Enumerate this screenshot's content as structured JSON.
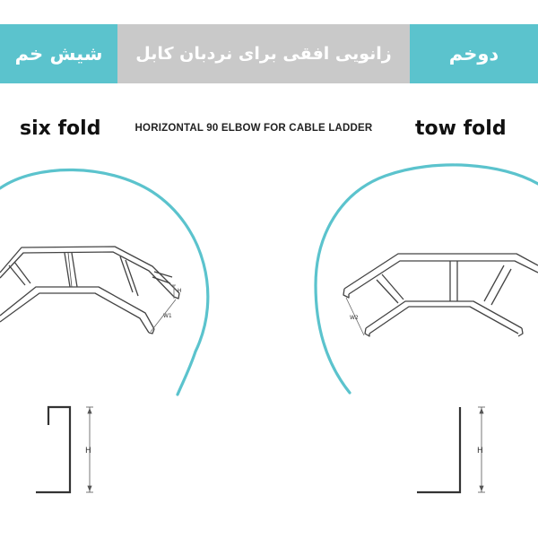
{
  "banner": {
    "left_text": "شیش خم",
    "center_text": "زانویی افقی برای نردبان کابل",
    "right_text": "دوخم"
  },
  "headings": {
    "left_fold": "six fold",
    "right_fold": "tow fold",
    "subtitle": "HORIZONTAL 90 ELBOW FOR CABLE LADDER"
  },
  "dimension_labels": {
    "left_height_small": "H",
    "left_width": "W1",
    "right_width": "W2",
    "left_profile_height": "H",
    "right_profile_height": "H"
  },
  "colors": {
    "accent": "#5bc3cd",
    "banner_gray": "#c9c9c9",
    "line": "#444444"
  }
}
